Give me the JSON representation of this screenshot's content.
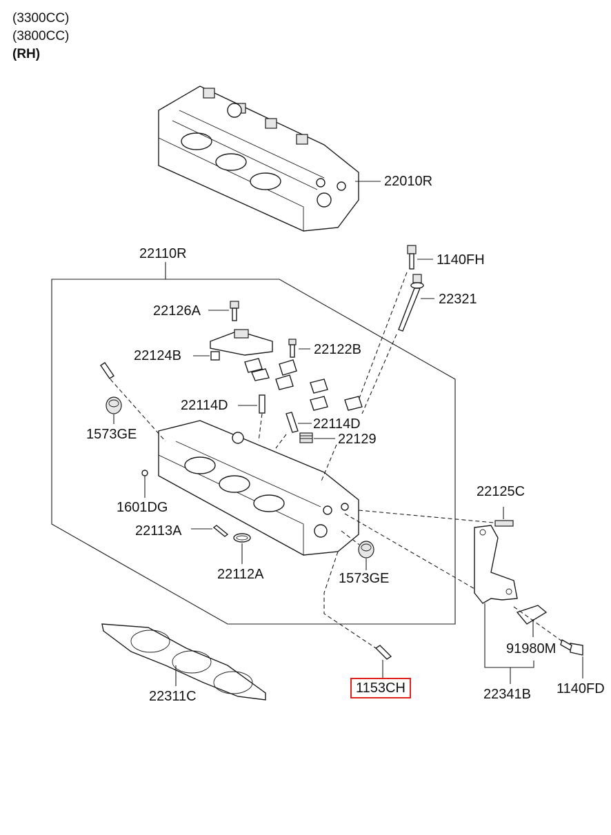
{
  "header": {
    "line1": "(3300CC)",
    "line2": "(3800CC)",
    "line3": "(RH)"
  },
  "labels": {
    "p22010R": "22010R",
    "p22110R": "22110R",
    "p1140FH": "1140FH",
    "p22321": "22321",
    "p22126A": "22126A",
    "p22122B": "22122B",
    "p22124B": "22124B",
    "p22114D_a": "22114D",
    "p22114D_b": "22114D",
    "p22129": "22129",
    "p1573GE_a": "1573GE",
    "p1601DG": "1601DG",
    "p22113A": "22113A",
    "p22112A": "22112A",
    "p1573GE_b": "1573GE",
    "p22125C": "22125C",
    "p91980M": "91980M",
    "p1140FD": "1140FD",
    "p22341B": "22341B",
    "p22311C": "22311C",
    "p1153CH": "1153CH"
  },
  "highlight": {
    "part": "1153CH",
    "color": "#e0201b"
  }
}
